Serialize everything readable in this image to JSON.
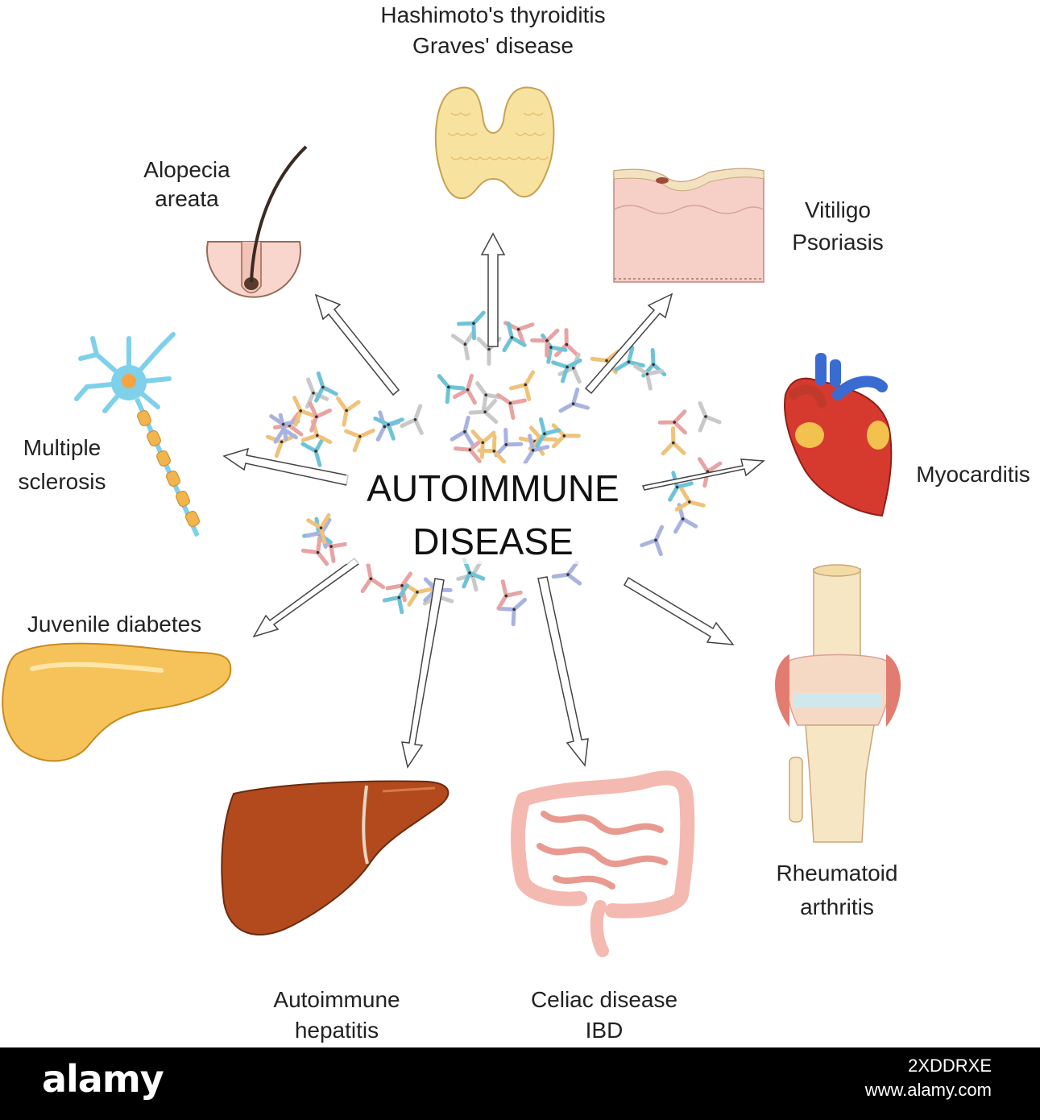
{
  "center": {
    "line1": "AUTOIMMUNE",
    "line2": "DISEASE"
  },
  "labels": {
    "thyroid": [
      "Hashimoto's thyroiditis",
      "Graves' disease"
    ],
    "alopecia": [
      "Alopecia",
      "areata"
    ],
    "skin": [
      "Vitiligo",
      "Psoriasis"
    ],
    "ms": [
      "Multiple",
      "sclerosis"
    ],
    "heart": [
      "Myocarditis"
    ],
    "pancreas": [
      "Juvenile diabetes"
    ],
    "joint": [
      "Rheumatoid",
      "arthritis"
    ],
    "liver": [
      "Autoimmune",
      "hepatitis"
    ],
    "gut": [
      "Celiac disease",
      "IBD"
    ]
  },
  "watermark": {
    "logo": "alamy",
    "id": "2XDDRXE",
    "url": "www.alamy.com"
  },
  "colors": {
    "antibody": [
      "#6fc3d8",
      "#e8a3a3",
      "#c9c9c9",
      "#f0c27a",
      "#a9b3e0"
    ],
    "liver": "#b24a1e",
    "heart": "#d63a2f",
    "pancreas": "#f6c35a",
    "thyroid": "#f8e2a0",
    "neuron": "#7fd0ea",
    "skin": "#f6cfc6",
    "gut": "#f4b9b0",
    "bone": "#f7e6c4"
  }
}
